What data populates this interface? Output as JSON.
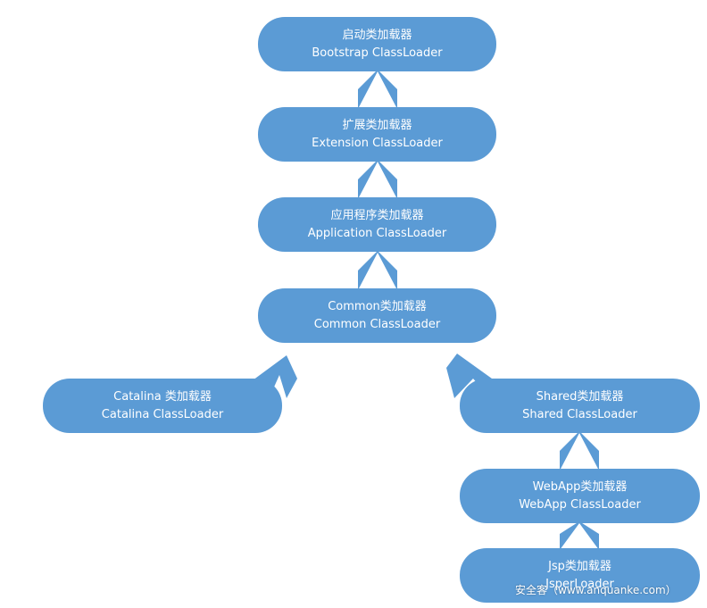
{
  "nodes": {
    "bootstrap": {
      "title": "启动类加载器",
      "subtitle": "Bootstrap ClassLoader"
    },
    "extension": {
      "title": "扩展类加载器",
      "subtitle": "Extension ClassLoader"
    },
    "application": {
      "title": "应用程序类加载器",
      "subtitle": "Application ClassLoader"
    },
    "common": {
      "title": "Common类加载器",
      "subtitle": "Common ClassLoader"
    },
    "catalina": {
      "title": "Catalina 类加载器",
      "subtitle": "Catalina ClassLoader"
    },
    "shared": {
      "title": "Shared类加载器",
      "subtitle": "Shared ClassLoader"
    },
    "webapp": {
      "title": "WebApp类加载器",
      "subtitle": "WebApp ClassLoader"
    },
    "jsp": {
      "title": "Jsp类加载器",
      "subtitle": "JsperLoader"
    }
  },
  "edges": [
    {
      "from": "extension",
      "to": "bootstrap"
    },
    {
      "from": "application",
      "to": "extension"
    },
    {
      "from": "common",
      "to": "application"
    },
    {
      "from": "catalina",
      "to": "common"
    },
    {
      "from": "shared",
      "to": "common"
    },
    {
      "from": "webapp",
      "to": "shared"
    },
    {
      "from": "jsp",
      "to": "webapp"
    }
  ],
  "colors": {
    "node_fill": "#5b9bd5",
    "text": "#ffffff"
  },
  "watermark": "安全客（www.anquanke.com）"
}
